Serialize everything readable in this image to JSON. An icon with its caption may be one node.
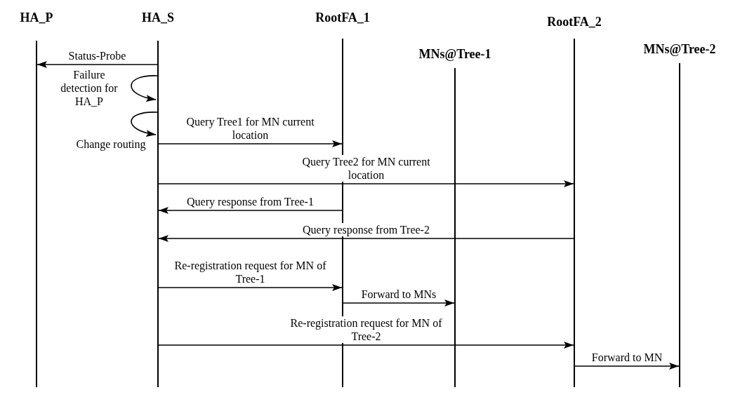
{
  "diagram": {
    "nodes": [
      {
        "text": [],
        "shape": "line",
        "beside": [
          "HA_P"
        ]
      },
      {
        "text": [],
        "shape": "line",
        "beside": [
          "HA_S"
        ]
      },
      {
        "text": [],
        "shape": "line",
        "beside": [
          "RootFA_1"
        ]
      },
      {
        "text": [],
        "shape": "line",
        "beside": [
          "RootFA_2"
        ]
      },
      {
        "text": [],
        "shape": "line",
        "beside": [
          "MNs@Tree-1"
        ]
      },
      {
        "text": [],
        "shape": "line",
        "beside": [
          "MNs@Tree-2"
        ]
      }
    ],
    "edges": [
      {
        "from": 1,
        "to": 0,
        "arrow": "to",
        "label": "Status-Probe"
      },
      {
        "from": 1,
        "to": 1,
        "arrow": "to",
        "label": "Failure detection for HA_P"
      },
      {
        "from": 1,
        "to": 1,
        "arrow": "to",
        "label": "Change routing"
      },
      {
        "from": 1,
        "to": 2,
        "arrow": "to",
        "label": "Query Tree1 for MN current location"
      },
      {
        "from": 1,
        "to": 3,
        "arrow": "to",
        "label": "Query Tree2 for MN current location"
      },
      {
        "from": 2,
        "to": 1,
        "arrow": "to",
        "label": "Query response from Tree-1"
      },
      {
        "from": 3,
        "to": 1,
        "arrow": "to",
        "label": "Query response from Tree-2"
      },
      {
        "from": 1,
        "to": 2,
        "arrow": "to",
        "label": "Re-registration request for MN of Tree-1"
      },
      {
        "from": 2,
        "to": 4,
        "arrow": "to",
        "label": "Forward to MNs"
      },
      {
        "from": 1,
        "to": 3,
        "arrow": "to",
        "label": "Re-registration request for MN of Tree-2"
      },
      {
        "from": 3,
        "to": 5,
        "arrow": "to",
        "label": "Forward to MN"
      }
    ]
  }
}
